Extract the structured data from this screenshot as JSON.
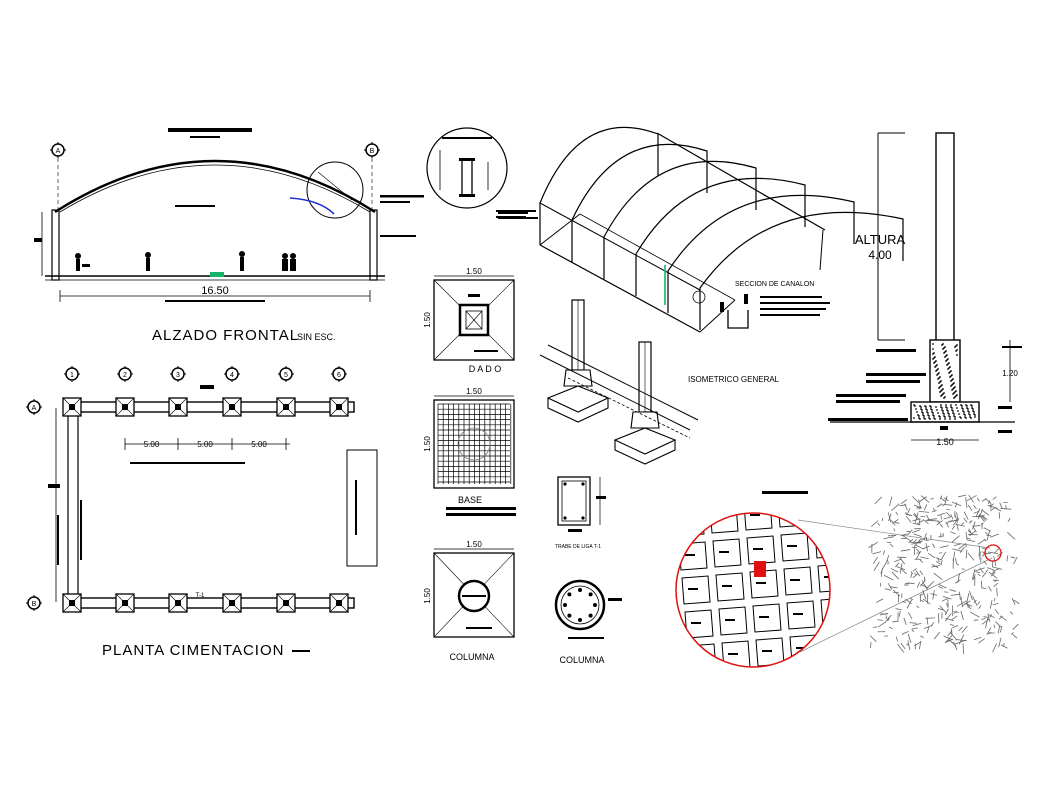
{
  "alzado": {
    "title": "ALZADO FRONTAL",
    "scale": "SIN ESC.",
    "span": "16.50",
    "axis_a": "A",
    "axis_b": "B"
  },
  "planta": {
    "title": "PLANTA CIMENTACION",
    "dims": [
      "5.00",
      "5.00",
      "5.00"
    ],
    "axes_cols": [
      "1",
      "2",
      "3",
      "4",
      "5",
      "6"
    ],
    "axes_rows": [
      "A",
      "B"
    ],
    "beam_label": "T-1"
  },
  "dado": {
    "title": "D A D O",
    "width": "1.50",
    "height": "1.50"
  },
  "base": {
    "title": "BASE",
    "width": "1.50",
    "height": "1.50"
  },
  "columna_plan": {
    "title": "COLUMNA",
    "width": "1.50",
    "height": "1.50"
  },
  "columna_section": {
    "title": "COLUMNA"
  },
  "trabe": {
    "title": "TRABE DE LIGA T-1"
  },
  "isometrico": {
    "title": "ISOMETRICO GENERAL",
    "canalon": "SECCION DE CANALON"
  },
  "elevation": {
    "altura_label": "ALTURA",
    "altura_value": "4.00",
    "base_height": "1.20",
    "base_width": "1.50"
  },
  "colors": {
    "ink": "#000000",
    "accent_red": "#e01010",
    "accent_blue": "#1a2fd0",
    "accent_green": "#19b36b"
  }
}
